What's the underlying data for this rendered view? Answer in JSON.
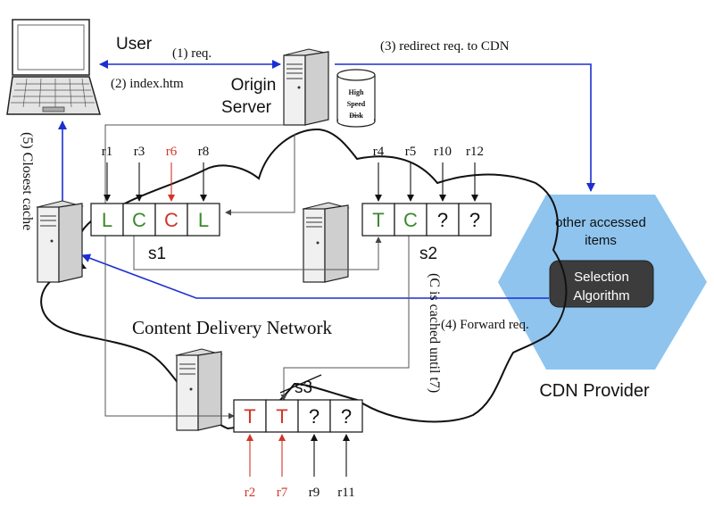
{
  "labels": {
    "user": "User",
    "req": "(1) req.",
    "index": "(2) index.htm",
    "origin_line1": "Origin",
    "origin_line2": "Server",
    "redirect": "(3) redirect req. to CDN",
    "disk_line1": "High",
    "disk_line2": "Speed",
    "disk_line3": "Disk",
    "closest_cache": "(5) Closest cache",
    "cdn": "Content Delivery Network",
    "forward": "(4) Forward req.",
    "cached_note": "(C is cached until t7)",
    "cdn_provider": "CDN Provider",
    "other_items_line1": "other accessed",
    "other_items_line2": "items",
    "selection_line1": "Selection",
    "selection_line2": "Algorithm",
    "s1": "s1",
    "s2": "s2",
    "s3": "s3"
  },
  "cache_s1": {
    "cells": [
      "L",
      "C",
      "C",
      "L"
    ],
    "cell_colors": [
      "#3b8a2e",
      "#3b8a2e",
      "#d1352a",
      "#3b8a2e"
    ],
    "requests": [
      "r1",
      "r3",
      "r6",
      "r8"
    ],
    "request_colors": [
      "#111111",
      "#111111",
      "#d1352a",
      "#111111"
    ]
  },
  "cache_s2": {
    "cells": [
      "T",
      "C",
      "?",
      "?"
    ],
    "cell_colors": [
      "#3b8a2e",
      "#3b8a2e",
      "#111111",
      "#111111"
    ],
    "requests": [
      "r4",
      "r5",
      "r10",
      "r12"
    ],
    "request_colors": [
      "#111111",
      "#111111",
      "#111111",
      "#111111"
    ]
  },
  "cache_s3": {
    "cells": [
      "T",
      "T",
      "?",
      "?"
    ],
    "cell_colors": [
      "#d1352a",
      "#d1352a",
      "#111111",
      "#111111"
    ],
    "requests": [
      "r2",
      "r7",
      "r9",
      "r11"
    ],
    "request_colors": [
      "#d1352a",
      "#d1352a",
      "#111111",
      "#111111"
    ]
  },
  "colors": {
    "arrow_blue": "#1c2fd0",
    "hexagon": "#8ec4ee",
    "selection_box": "#3c3c3c",
    "green": "#3b8a2e",
    "red": "#d1352a"
  },
  "icons": [
    "laptop-icon",
    "server-icon",
    "disk-icon"
  ]
}
